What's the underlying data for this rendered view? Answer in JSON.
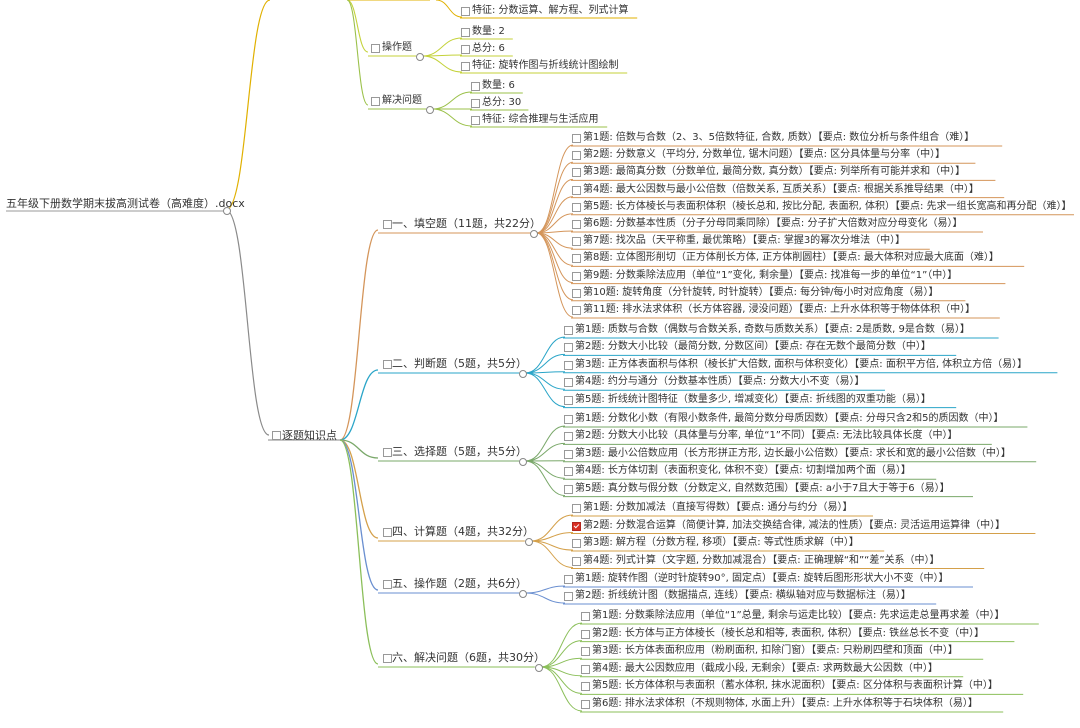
{
  "root": "五年级下册数学期末拔高测试卷（高难度）.docx",
  "branch": "逐题知识点",
  "top_groups": [
    {
      "title": "",
      "items": [
        "特征: 分数运算、解方程、列式计算"
      ]
    },
    {
      "title": "操作题",
      "items": [
        "数量: 2",
        "总分: 6",
        "特征: 旋转作图与折线统计图绘制"
      ]
    },
    {
      "title": "解决问题",
      "items": [
        "数量: 6",
        "总分: 30",
        "特征: 综合推理与生活应用"
      ]
    }
  ],
  "sections": [
    {
      "title": "一、填空题（11题，共22分）",
      "items": [
        "第1题: 倍数与合数（2、3、5倍数特征, 合数, 质数）【要点: 数位分析与条件组合（难）】",
        "第2题: 分数意义（平均分, 分数单位, 锯木问题）【要点: 区分具体量与分率（中）】",
        "第3题: 最简真分数（分数单位, 最简分数, 真分数）【要点: 列举所有可能并求和（中）】",
        "第4题: 最大公因数与最小公倍数（倍数关系, 互质关系）【要点: 根据关系推导结果（中）】",
        "第5题: 长方体棱长与表面积体积（棱长总和, 按比分配, 表面积, 体积）【要点: 先求一组长宽高和再分配（难）】",
        "第6题: 分数基本性质（分子分母同乘同除）【要点: 分子扩大倍数对应分母变化（易）】",
        "第7题: 找次品（天平称重, 最优策略）【要点: 掌握3的幂次分堆法（中）】",
        "第8题: 立体图形削切（正方体削长方体, 正方体削圆柱）【要点: 最大体积对应最大底面（难）】",
        "第9题: 分数乘除法应用（单位“1”变化, 剩余量）【要点: 找准每一步的单位“1”（中）】",
        "第10题: 旋转角度（分针旋转, 时针旋转）【要点: 每分钟/每小时对应角度（易）】",
        "第11题: 排水法求体积（长方体容器, 浸没问题）【要点: 上升水体积等于物体体积（中）】"
      ]
    },
    {
      "title": "二、判断题（5题，共5分）",
      "items": [
        "第1题: 质数与合数（偶数与合数关系, 奇数与质数关系）【要点: 2是质数, 9是合数（易）】",
        "第2题: 分数大小比较（最简分数, 分数区间）【要点: 存在无数个最简分数（中）】",
        "第3题: 正方体表面积与体积（棱长扩大倍数, 面积与体积变化）【要点: 面积平方倍, 体积立方倍（易）】",
        "第4题: 约分与通分（分数基本性质）【要点: 分数大小不变（易）】",
        "第5题: 折线统计图特征（数量多少, 增减变化）【要点: 折线图的双重功能（易）】"
      ]
    },
    {
      "title": "三、选择题（5题，共5分）",
      "items": [
        "第1题: 分数化小数（有限小数条件, 最简分数分母质因数）【要点: 分母只含2和5的质因数（中）】",
        "第2题: 分数大小比较（具体量与分率, 单位“1”不同）【要点: 无法比较具体长度（中）】",
        "第3题: 最小公倍数应用（长方形拼正方形, 边长最小公倍数）【要点: 求长和宽的最小公倍数（中）】",
        "第4题: 长方体切割（表面积变化, 体积不变）【要点: 切割增加两个面（易）】",
        "第5题: 真分数与假分数（分数定义, 自然数范围）【要点: a小于7且大于等于6（易）】"
      ]
    },
    {
      "title": "四、计算题（4题，共32分）",
      "items": [
        "第1题: 分数加减法（直接写得数）【要点: 通分与约分（易）】",
        "第2题: 分数混合运算（简便计算, 加法交换结合律, 减法的性质）【要点: 灵活运用运算律（中）】",
        "第3题: 解方程（分数方程, 移项）【要点: 等式性质求解（中）】",
        "第4题: 列式计算（文字题, 分数加减混合）【要点: 正确理解“和”“差”关系（中）】"
      ]
    },
    {
      "title": "五、操作题（2题，共6分）",
      "items": [
        "第1题: 旋转作图（逆时针旋转90°, 固定点）【要点: 旋转后图形形状大小不变（中）】",
        "第2题: 折线统计图（数据描点, 连线）【要点: 横纵轴对应与数据标注（易）】"
      ]
    },
    {
      "title": "六、解决问题（6题，共30分）",
      "items": [
        "第1题: 分数乘除法应用（单位“1”总量, 剩余与运走比较）【要点: 先求运走总量再求差（中）】",
        "第2题: 长方体与正方体棱长（棱长总和相等, 表面积, 体积）【要点: 铁丝总长不变（中）】",
        "第3题: 长方体表面积应用（粉刷面积, 扣除门窗）【要点: 只粉刷四壁和顶面（中）】",
        "第4题: 最大公因数应用（截成小段, 无剩余）【要点: 求两数最大公因数（中）】",
        "第5题: 长方体体积与表面积（蓄水体积, 抹水泥面积）【要点: 区分体积与表面积计算（中）】",
        "第6题: 排水法求体积（不规则物体, 水面上升）【要点: 上升水体积等于石块体积（易）】"
      ]
    }
  ],
  "colors": {
    "branch_main": "#8a8a8a",
    "top_1": "#e0b000",
    "top_2": "#c4d23a",
    "top_3": "#9bc14a",
    "s1": "#d4955a",
    "s2": "#2aa5c8",
    "s3": "#7aa86a",
    "s4": "#d4a04a",
    "s5": "#6a8fd0",
    "s6": "#8bbf5a",
    "checked": "#d93025"
  }
}
